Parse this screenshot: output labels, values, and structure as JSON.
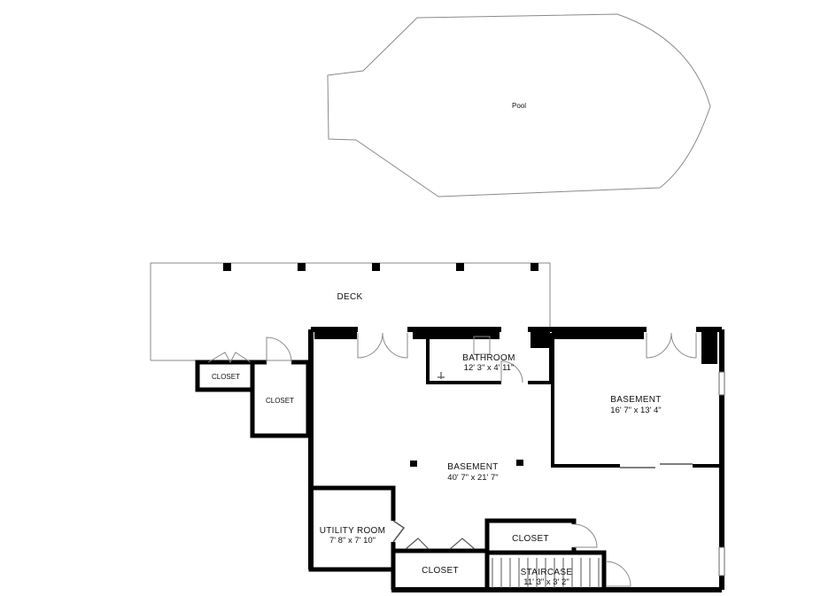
{
  "plan": {
    "pool": {
      "name": "Pool"
    },
    "deck": {
      "name": "DECK"
    },
    "rooms": {
      "closet_small": {
        "name": "CLOSET"
      },
      "closet_side": {
        "name": "CLOSET"
      },
      "bathroom": {
        "name": "BATHROOM",
        "dim": "12' 3\" x 4' 11\""
      },
      "basement_right": {
        "name": "BASEMENT",
        "dim": "16' 7\" x 13' 4\""
      },
      "basement_main": {
        "name": "BASEMENT",
        "dim": "40' 7\" x 21' 7\""
      },
      "utility": {
        "name": "UTILITY ROOM",
        "dim": "7' 8\" x 7' 10\""
      },
      "closet_upper": {
        "name": "CLOSET"
      },
      "closet_lower": {
        "name": "CLOSET"
      },
      "staircase": {
        "name": "STAIRCASE",
        "dim": "11' 3\" x 3' 2\""
      }
    }
  },
  "colors": {
    "wall": "#000000",
    "outline": "#8a8a8a",
    "background": "#ffffff"
  }
}
